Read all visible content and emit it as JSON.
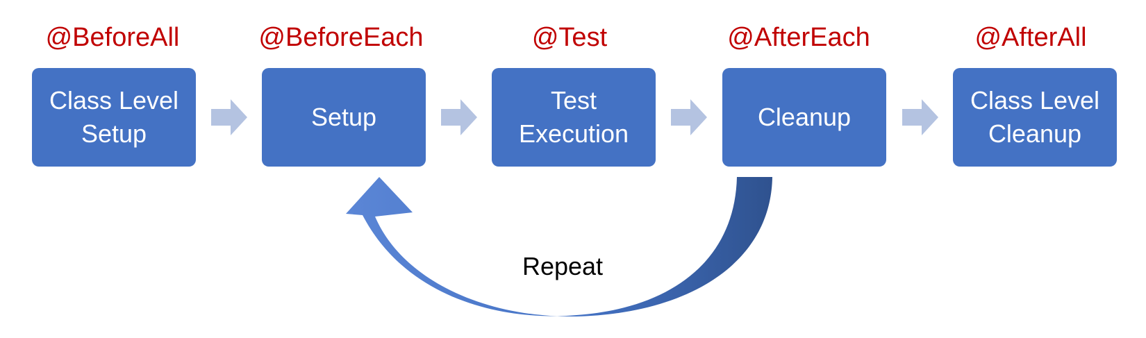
{
  "annotations": [
    "@BeforeAll",
    "@BeforeEach",
    "@Test",
    "@AfterEach",
    "@AfterAll"
  ],
  "steps": [
    {
      "line1": "Class Level",
      "line2": "Setup"
    },
    {
      "line1": "Setup",
      "line2": ""
    },
    {
      "line1": "Test",
      "line2": "Execution"
    },
    {
      "line1": "Cleanup",
      "line2": ""
    },
    {
      "line1": "Class Level",
      "line2": "Cleanup"
    }
  ],
  "loop": {
    "label": "Repeat"
  },
  "colors": {
    "annotation": "#c00000",
    "step_fill": "#4472c4",
    "step_text": "#ffffff",
    "flow_arrow": "#b4c3e1",
    "loop_light": "#5b86d6",
    "loop_dark": "#2f528f"
  }
}
